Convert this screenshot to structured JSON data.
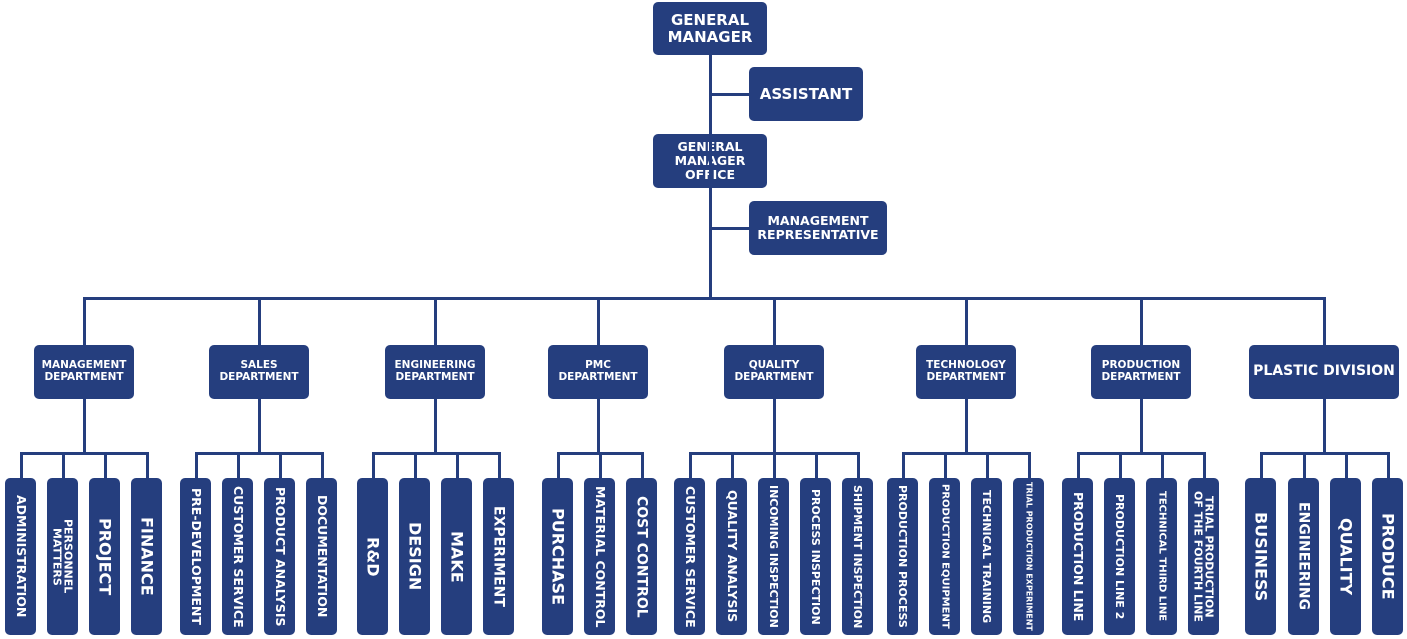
{
  "colors": {
    "box": "#253e7e",
    "text": "#ffffff",
    "line": "#253e7e",
    "background": "#ffffff"
  },
  "top": {
    "general_manager": "GENERAL\nMANAGER",
    "assistant": "ASSISTANT",
    "general_manager_office": "GENERAL\nMANAGER\nOFFICE",
    "management_representative": "MANAGEMENT\nREPRESENTATIVE"
  },
  "departments": [
    {
      "name": "MANAGEMENT\nDEPARTMENT",
      "units": [
        "ADMINISTRATION",
        "PERSONNEL\nMATTERS",
        "PROJECT",
        "FINANCE"
      ]
    },
    {
      "name": "SALES\nDEPARTMENT",
      "units": [
        "PRE-DEVELOPMENT",
        "CUSTOMER SERVICE",
        "PRODUCT ANALYSIS",
        "DOCUMENTATION"
      ]
    },
    {
      "name": "ENGINEERING\nDEPARTMENT",
      "units": [
        "R&D",
        "DESIGN",
        "MAKE",
        "EXPERIMENT"
      ]
    },
    {
      "name": "PMC\nDEPARTMENT",
      "units": [
        "PURCHASE",
        "MATERIAL CONTROL",
        "COST CONTROL"
      ]
    },
    {
      "name": "QUALITY\nDEPARTMENT",
      "units": [
        "CUSTOMER SERVICE",
        "QUALITY ANALYSIS",
        "INCOMING INSPECTION",
        "PROCESS INSPECTION",
        "SHIPMENT INSPECTION"
      ]
    },
    {
      "name": "TECHNOLOGY\nDEPARTMENT",
      "units": [
        "PRODUCTION PROCESS",
        "PRODUCTION EQUIPMENT",
        "TECHNICAL TRAINING",
        "TRIAL PRODUCTION EXPERIMENT"
      ]
    },
    {
      "name": "PRODUCTION\nDEPARTMENT",
      "units": [
        "PRODUCTION LINE",
        "PRODUCTION LINE 2",
        "TECHNICAL THIRD LINE",
        "TRIAL PRODUCTION\nOF THE FOURTH LINE"
      ]
    },
    {
      "name": "PLASTIC DIVISION",
      "units": [
        "BUSINESS",
        "ENGINEERING",
        "QUALITY",
        "PRODUCE"
      ]
    }
  ]
}
